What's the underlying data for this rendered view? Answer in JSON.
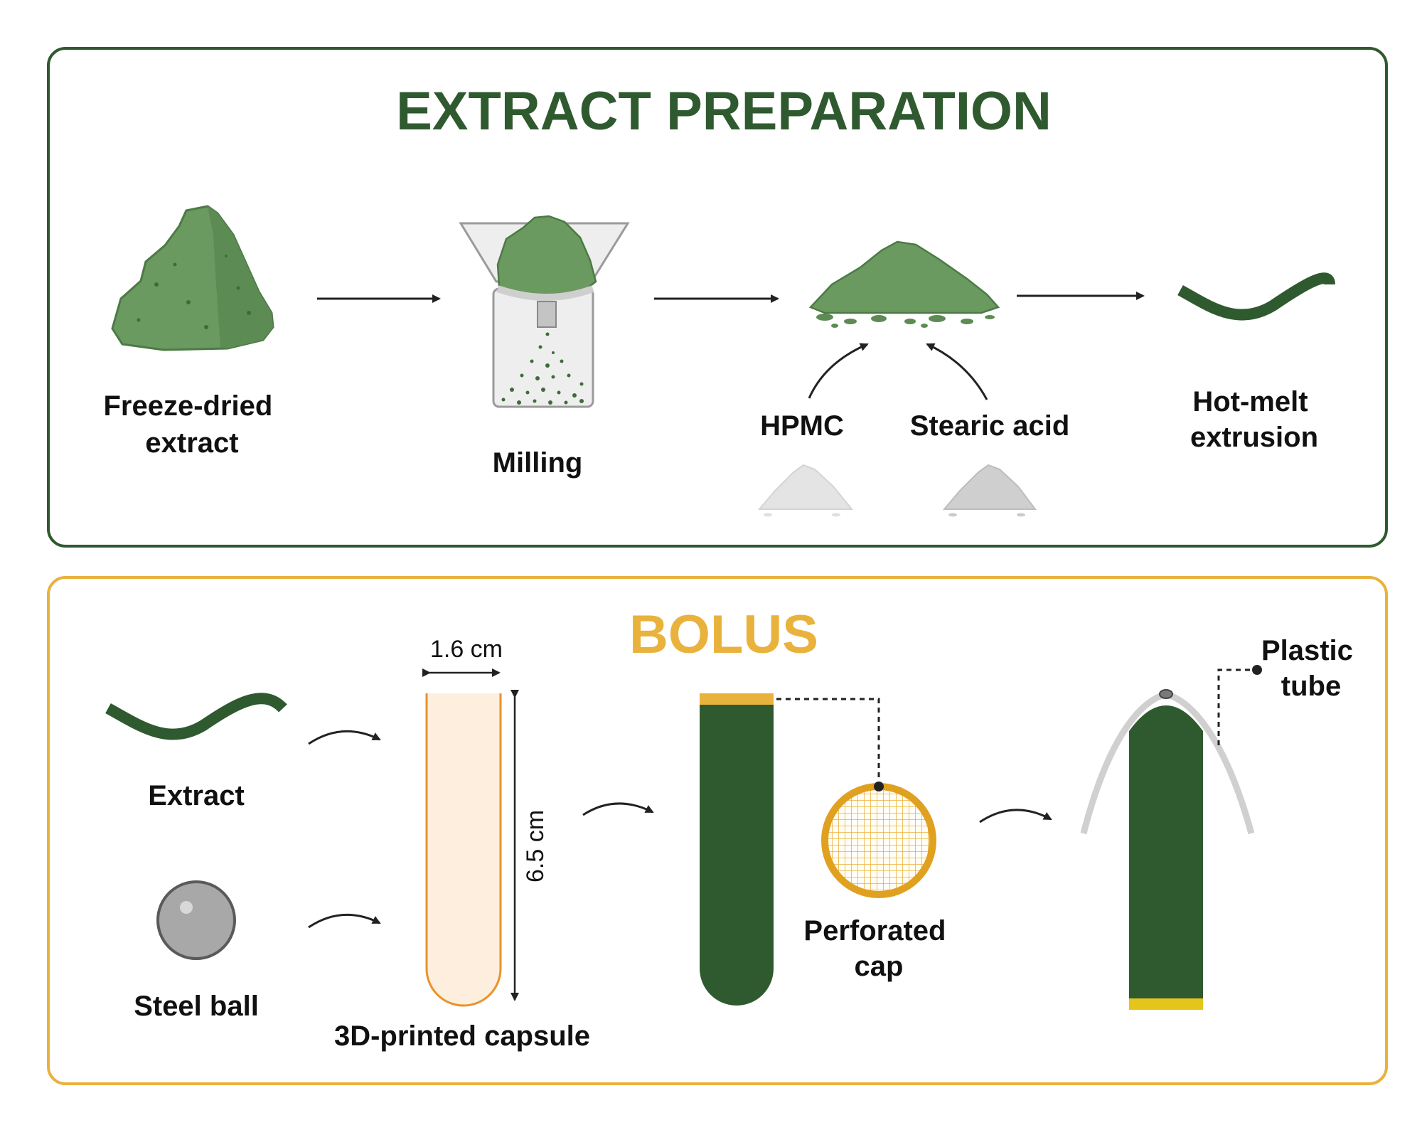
{
  "colors": {
    "panel_top_border": "#2f5a2f",
    "panel_bottom_border": "#e9b23c",
    "top_title": "#2f5a2f",
    "bottom_title": "#e9b23c",
    "powder_green": "#6a9a60",
    "extract_green": "#2f5a2f",
    "capsule_fill": "#fdeedd",
    "capsule_stroke": "#e8932b",
    "cap_yellow": "#e9b23c",
    "steel_gray": "#a8a8a8"
  },
  "extract_preparation": {
    "title": "EXTRACT PREPARATION",
    "steps": {
      "freeze_dried": [
        "Freeze-dried",
        "extract"
      ],
      "milling": "Milling",
      "hpmc": "HPMC",
      "stearic_acid": "Stearic acid",
      "hot_melt": [
        "Hot-melt",
        "extrusion"
      ]
    },
    "icons": [
      "powder-pile-icon",
      "mill-funnel-icon",
      "powder-heap-icon",
      "extrudate-strand-icon"
    ]
  },
  "bolus": {
    "title": "BOLUS",
    "extract": "Extract",
    "steel_ball": "Steel ball",
    "capsule": "3D-printed capsule",
    "width_label": "1.6 cm",
    "length_label": "6.5 cm",
    "perforated_cap": [
      "Perforated",
      "cap"
    ],
    "plastic_tube": [
      "Plastic",
      "tube"
    ]
  }
}
